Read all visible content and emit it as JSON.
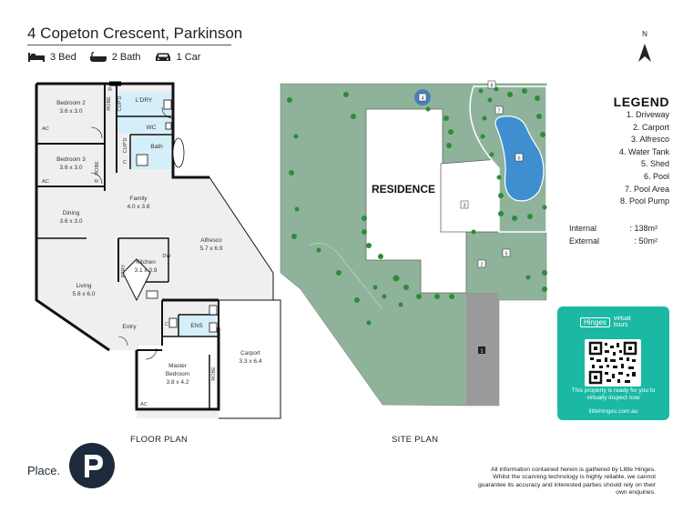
{
  "property": {
    "address": "4 Copeton Crescent, Parkinson",
    "features": [
      {
        "icon": "bed-icon",
        "label": "3 Bed"
      },
      {
        "icon": "bath-icon",
        "label": "2 Bath"
      },
      {
        "icon": "car-icon",
        "label": "1 Car"
      }
    ]
  },
  "floor_plan": {
    "label": "FLOOR PLAN",
    "rooms": [
      {
        "name": "Bedroom 2",
        "size": "3.6 x 3.0"
      },
      {
        "name": "Bedroom 3",
        "size": "3.6 x 3.0"
      },
      {
        "name": "Dining",
        "size": "3.6 x 3.0"
      },
      {
        "name": "Living",
        "size": "5.8 x 6.0"
      },
      {
        "name": "Family",
        "size": "4.0 x 3.8"
      },
      {
        "name": "Kitchen",
        "size": "3.1 x 3.9"
      },
      {
        "name": "Alfresco",
        "size": "5.7 x 6.9"
      },
      {
        "name": "Master Bedroom",
        "size": "3.8 x 4.2"
      },
      {
        "name": "Carport",
        "size": "3.3 x 6.4"
      }
    ],
    "small_labels": {
      "laundry": "L'DRY",
      "wc": "WC",
      "bath": "Bath",
      "ens": "ENS",
      "entry": "Entry",
      "robe": "ROBE",
      "cupd": "CUP'D",
      "pantry": "PTRY",
      "dishwasher": "DW",
      "ac": "AC",
      "c": "C",
      "r": "R",
      "master_line1": "Master",
      "master_line2": "Bedroom"
    }
  },
  "site_plan": {
    "label": "SITE PLAN",
    "residence": "RESIDENCE",
    "markers": [
      "1",
      "2",
      "3",
      "4",
      "5",
      "6",
      "7",
      "8"
    ],
    "north": "N"
  },
  "legend": {
    "title": "LEGEND",
    "items": [
      "1. Driveway",
      "2. Carport",
      "3. Alfresco",
      "4. Water Tank",
      "5. Shed",
      "6. Pool",
      "7. Pool Area",
      "8. Pool Pump"
    ]
  },
  "areas": {
    "internal_label": "Internal",
    "internal_value": ": 138m²",
    "external_label": "External",
    "external_value": ":   50m²"
  },
  "virtual_tour": {
    "brand": "Hinges",
    "brand_sub1": "virtual",
    "brand_sub2": "tours",
    "text": "This property is ready for you to virtually inspect now",
    "url": "littlehinges.com.au"
  },
  "agency": {
    "name": "Place."
  },
  "disclaimer": "All information contained herein is gathered by Little Hinges. Whilst the scanning technology is highly reliable, we cannot guarantee its accuracy and interested parties should rely on their own enquiries.",
  "colors": {
    "wet_area": "#d4eefa",
    "grass": "#8fb39a",
    "tree": "#2e8b3a",
    "pool": "#3f8fd0",
    "driveway": "#9a9a9a",
    "card": "#1bb9a4"
  }
}
